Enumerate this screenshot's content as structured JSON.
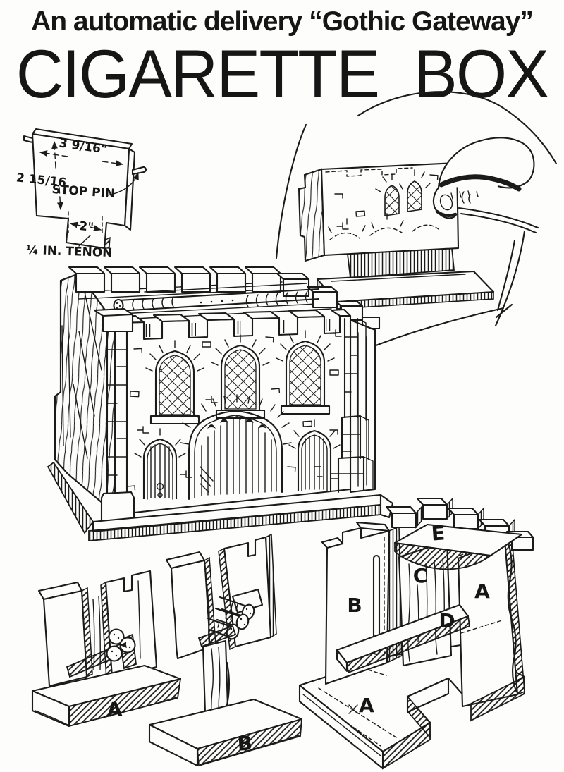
{
  "header": {
    "subtitle": "An automatic delivery “Gothic Gateway”",
    "title": "CIGARETTE BOX"
  },
  "stock_panel": {
    "width_dim": "3 9/16\"",
    "height_dim": "2 15/16",
    "stop_pin": "STOP PIN",
    "tenon_width": "2\"",
    "tenon_note": "¼ IN. TENON"
  },
  "part_labels": {
    "section_a": "A",
    "section_b": "B",
    "exploded_b": "B",
    "exploded_c": "C",
    "exploded_d": "D",
    "exploded_e": "E",
    "exploded_a_wall": "A",
    "exploded_a_base": "A"
  },
  "colors": {
    "ink": "#1b1b1b",
    "paper": "#fdfdfb"
  }
}
